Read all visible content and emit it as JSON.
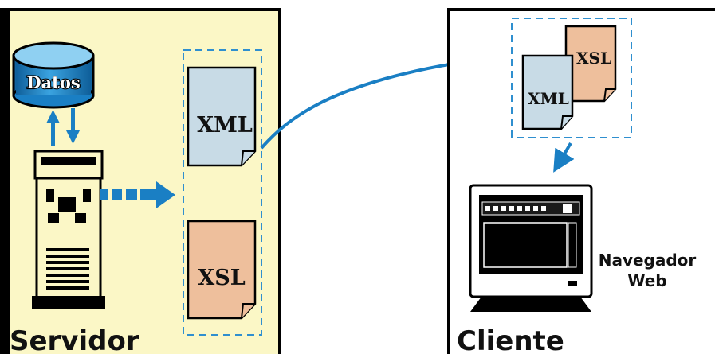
{
  "servidor": {
    "label": "Servidor",
    "db_label": "Datos",
    "xml_label": "XML",
    "xsl_label": "XSL"
  },
  "cliente": {
    "label": "Cliente",
    "xml_label": "XML",
    "xsl_label": "XSL",
    "browser_label_line1": "Navegador",
    "browser_label_line2": "Web"
  },
  "colors": {
    "server_bg": "#fbf7c6",
    "accent_blue": "#1a7fc4",
    "xml_doc": "#c8dbe6",
    "xsl_doc": "#eebf9c",
    "dashed": "#2f8fcf",
    "db_top": "#7fc6ee",
    "db_body": "#1f83c8"
  }
}
